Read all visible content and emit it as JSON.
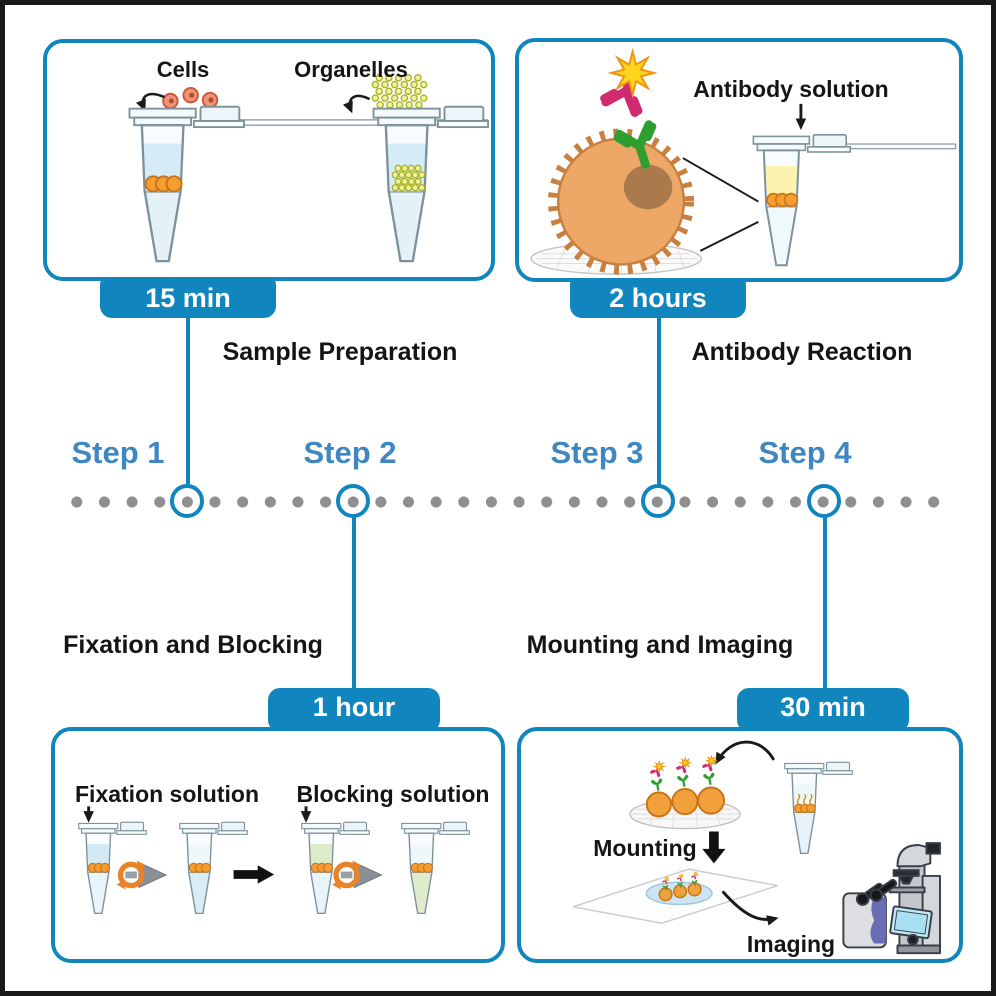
{
  "figure": {
    "steps": [
      {
        "label": "Step 1",
        "title": "Sample Preparation",
        "duration": "15 min"
      },
      {
        "label": "Step 2",
        "title": "Fixation and Blocking",
        "duration": "1 hour"
      },
      {
        "label": "Step 3",
        "title": "Antibody Reaction",
        "duration": "2 hours"
      },
      {
        "label": "Step 4",
        "title": "Mounting and Imaging",
        "duration": "30 min"
      }
    ],
    "panels": {
      "sample_preparation": {
        "labels": {
          "cells": "Cells",
          "organelles": "Organelles"
        }
      },
      "antibody_reaction": {
        "labels": {
          "antibody_solution": "Antibody solution"
        }
      },
      "fixation_blocking": {
        "labels": {
          "fixation": "Fixation solution",
          "blocking": "Blocking solution"
        }
      },
      "mounting_imaging": {
        "labels": {
          "mounting": "Mounting",
          "imaging": "Imaging"
        }
      }
    },
    "colors": {
      "accent_blue": "#1186BE",
      "step_text_blue": "#3E87C3",
      "timeline_dot_gray": "#8F8F8F",
      "cell_orange": "#F59D31",
      "organelle_yellow": "#F0F2A2",
      "antibody_primary_green": "#2F9E31",
      "antibody_secondary_pink": "#D02A70",
      "fluorophore_yellow": "#FFD51E",
      "fixation_liquid": "#D3EAF4",
      "blocking_liquid": "#DCECCA",
      "antibody_liquid": "#FCF4AE"
    }
  }
}
